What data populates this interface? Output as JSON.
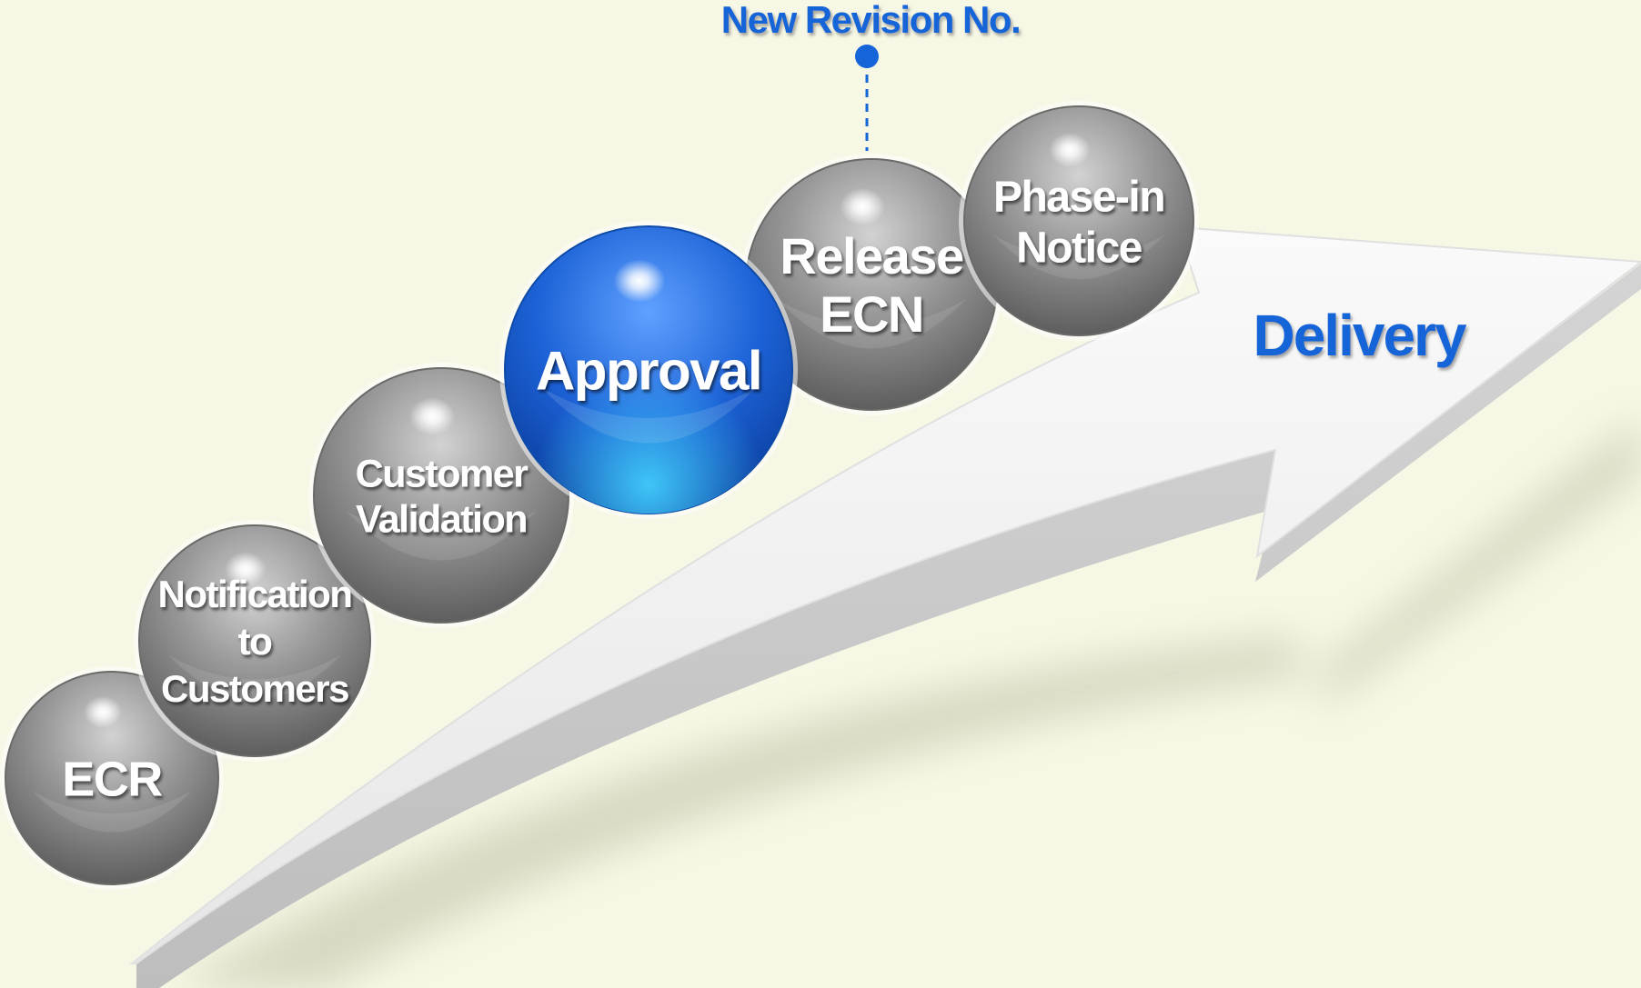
{
  "diagram": {
    "steps": [
      {
        "lines": [
          "ECR"
        ],
        "style": "gray"
      },
      {
        "lines": [
          "Notification",
          "to",
          "Customers"
        ],
        "style": "gray"
      },
      {
        "lines": [
          "Customer",
          "Validation"
        ],
        "style": "gray"
      },
      {
        "lines": [
          "Approval"
        ],
        "style": "blue"
      },
      {
        "lines": [
          "Release",
          "ECN"
        ],
        "style": "gray"
      },
      {
        "lines": [
          "Phase-in",
          "Notice"
        ],
        "style": "gray"
      }
    ],
    "callout": {
      "text": "New Revision No.",
      "attached_step": "Release ECN"
    },
    "destination": "Delivery",
    "colors": {
      "background": "#f6f7e4",
      "accent_blue": "#1565d8",
      "sphere_gray": "#8a8a8a",
      "arrow": "#efefef"
    }
  }
}
